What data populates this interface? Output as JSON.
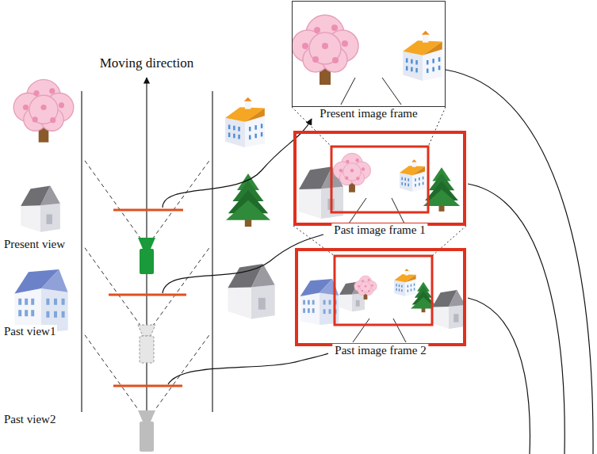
{
  "diagram": {
    "nodes": [
      {
        "text": [
          "Present image frame"
        ]
      },
      {
        "text": [
          "Past image frame 1"
        ]
      },
      {
        "text": [
          "Past image frame 2"
        ]
      }
    ],
    "labels": [
      "Moving direction",
      "Present view",
      "Past view1",
      "Past view2"
    ]
  }
}
